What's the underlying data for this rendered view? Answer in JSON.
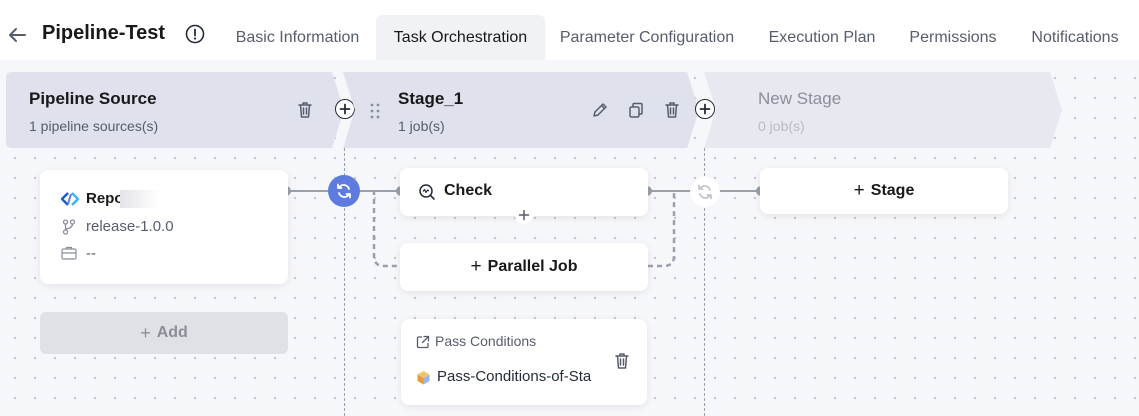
{
  "header": {
    "title": "Pipeline-Test",
    "tabs": [
      {
        "label": "Basic Information"
      },
      {
        "label": "Task Orchestration"
      },
      {
        "label": "Parameter Configuration"
      },
      {
        "label": "Execution Plan"
      },
      {
        "label": "Permissions"
      },
      {
        "label": "Notifications"
      }
    ],
    "active_tab": "Task Orchestration"
  },
  "stages": {
    "source": {
      "name": "Pipeline Source",
      "sub": "1 pipeline sources(s)"
    },
    "stage1": {
      "name": "Stage_1",
      "sub": "1 job(s)"
    },
    "new_stage": {
      "name": "New Stage",
      "sub": "0 job(s)"
    }
  },
  "repo_card": {
    "name": "Repo",
    "branch": "release-1.0.0",
    "tag": "--"
  },
  "add_button": {
    "label": "Add"
  },
  "job_card": {
    "name": "Check"
  },
  "parallel_job": {
    "label": "Parallel Job"
  },
  "stage_button": {
    "label": "Stage"
  },
  "pass_conditions": {
    "title": "Pass Conditions",
    "item": "Pass-Conditions-of-Sta"
  },
  "colors": {
    "accent": "#5e7ce0",
    "stage_bg": "#dfe1ec",
    "canvas_bg": "#f6f7fa",
    "connector": "#9a9fab"
  },
  "icons": [
    "back-arrow-icon",
    "info-icon",
    "trash-icon",
    "plus-circle-icon",
    "drag-handle-icon",
    "edit-pencil-icon",
    "copy-icon",
    "repo-logo-icon",
    "branch-icon",
    "tag-icon",
    "check-job-icon",
    "sync-icon",
    "plus-icon",
    "share-icon",
    "pass-conditions-cube-icon"
  ]
}
